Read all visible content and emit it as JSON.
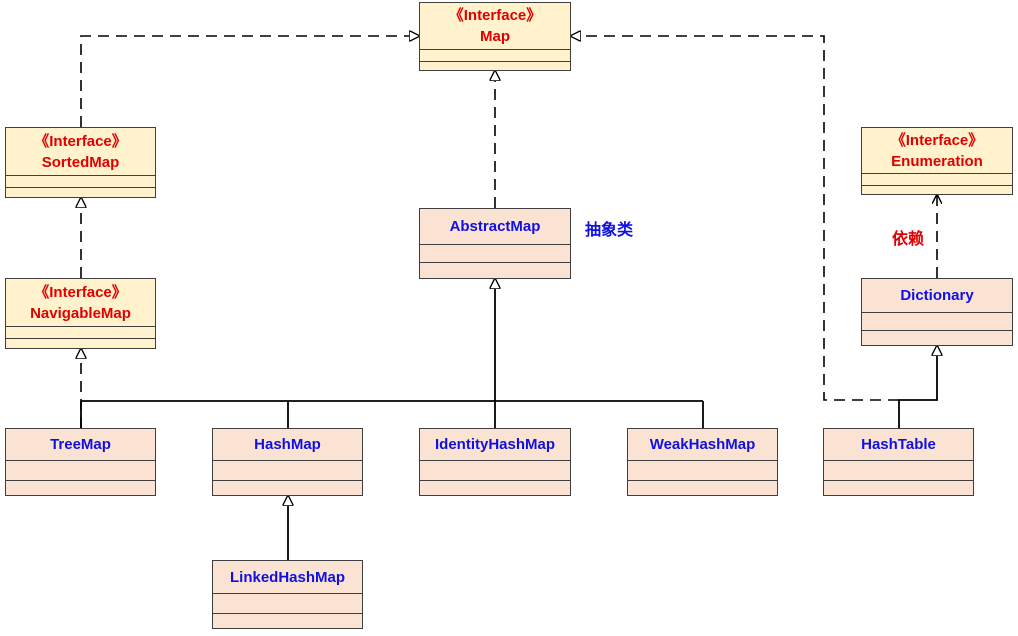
{
  "interfaces": {
    "map": {
      "stereotype": "《Interface》",
      "name": "Map"
    },
    "sorted_map": {
      "stereotype": "《Interface》",
      "name": "SortedMap"
    },
    "navigable_map": {
      "stereotype": "《Interface》",
      "name": "NavigableMap"
    },
    "enumeration": {
      "stereotype": "《Interface》",
      "name": "Enumeration"
    }
  },
  "classes": {
    "abstract_map": "AbstractMap",
    "tree_map": "TreeMap",
    "hash_map": "HashMap",
    "identity_hash_map": "IdentityHashMap",
    "weak_hash_map": "WeakHashMap",
    "hash_table": "HashTable",
    "linked_hash_map": "LinkedHashMap",
    "dictionary": "Dictionary"
  },
  "notes": {
    "abstract_class": "抽象类",
    "dependency": "依赖"
  },
  "colors": {
    "interface_fill": "#fff2cc",
    "class_fill": "#fbe3d4",
    "interface_text": "#e00000",
    "class_text": "#1010e0",
    "line": "#000000"
  }
}
